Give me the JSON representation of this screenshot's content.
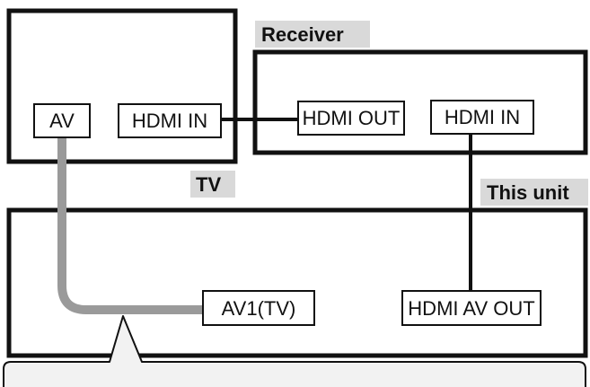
{
  "labels": {
    "receiver": "Receiver",
    "tv": "TV",
    "this_unit": "This unit"
  },
  "ports": {
    "tv_av": "AV",
    "tv_hdmi_in": "HDMI IN",
    "receiver_hdmi_out": "HDMI OUT",
    "receiver_hdmi_in": "HDMI IN",
    "unit_av1": "AV1(TV)",
    "unit_hdmi_av_out": "HDMI AV OUT"
  },
  "colors": {
    "device_outline": "#111111",
    "label_background": "#d9d9d9",
    "av_cable": "#9a9a9a",
    "hdmi_cable": "#111111",
    "callout_background": "#f2f2f2"
  }
}
